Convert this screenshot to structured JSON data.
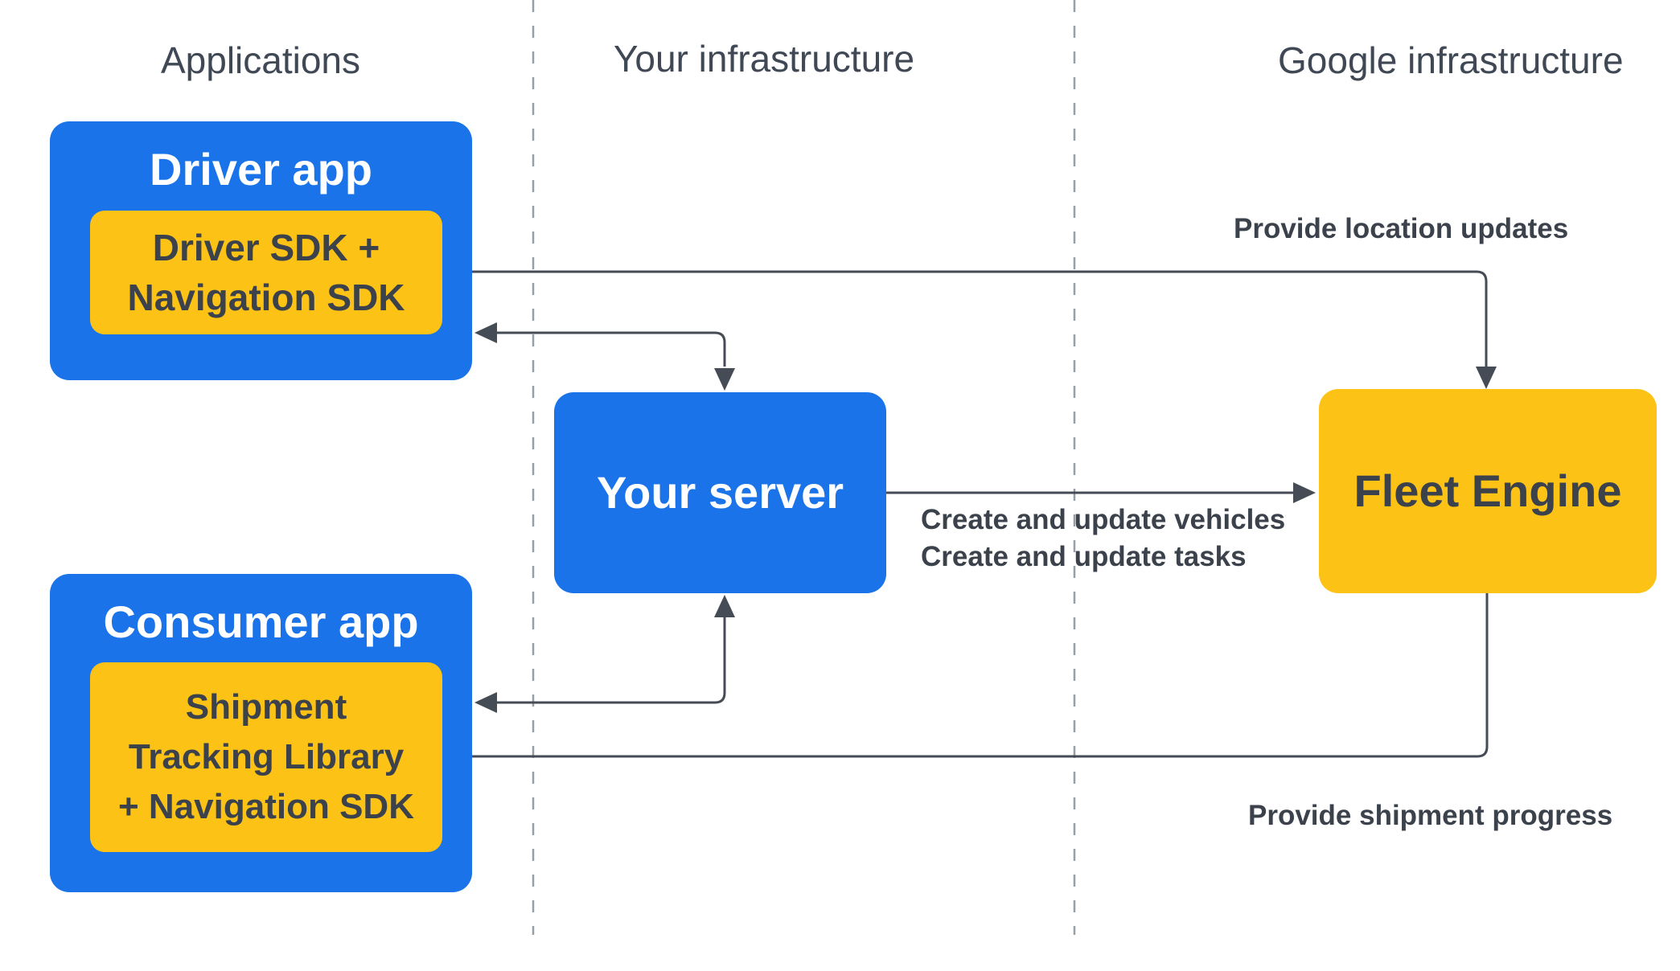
{
  "columns": [
    {
      "label": "Applications"
    },
    {
      "label": "Your infrastructure"
    },
    {
      "label": "Google infrastructure"
    }
  ],
  "nodes": {
    "driver_app": {
      "title": "Driver app",
      "sdk_lines": [
        "Driver SDK +",
        "Navigation SDK"
      ]
    },
    "your_server": {
      "title": "Your server"
    },
    "fleet_engine": {
      "title": "Fleet Engine"
    },
    "consumer_app": {
      "title": "Consumer app",
      "sdk_lines": [
        "Shipment",
        "Tracking Library",
        "+ Navigation SDK"
      ]
    }
  },
  "edges": {
    "provide_location_updates": {
      "label": "Provide location updates"
    },
    "create_and_update": {
      "lines": [
        "Create and update vehicles",
        "Create and update tasks"
      ]
    },
    "provide_shipment_progress": {
      "label": "Provide shipment progress"
    }
  },
  "colors": {
    "box_blue": "#1a73e8",
    "box_yellow": "#fcc216",
    "dark_text": "#3b424c",
    "white_text": "#ffffff",
    "header_gray": "#3f4854",
    "arrow": "#454c55",
    "dashed_divider": "#979ea6"
  }
}
